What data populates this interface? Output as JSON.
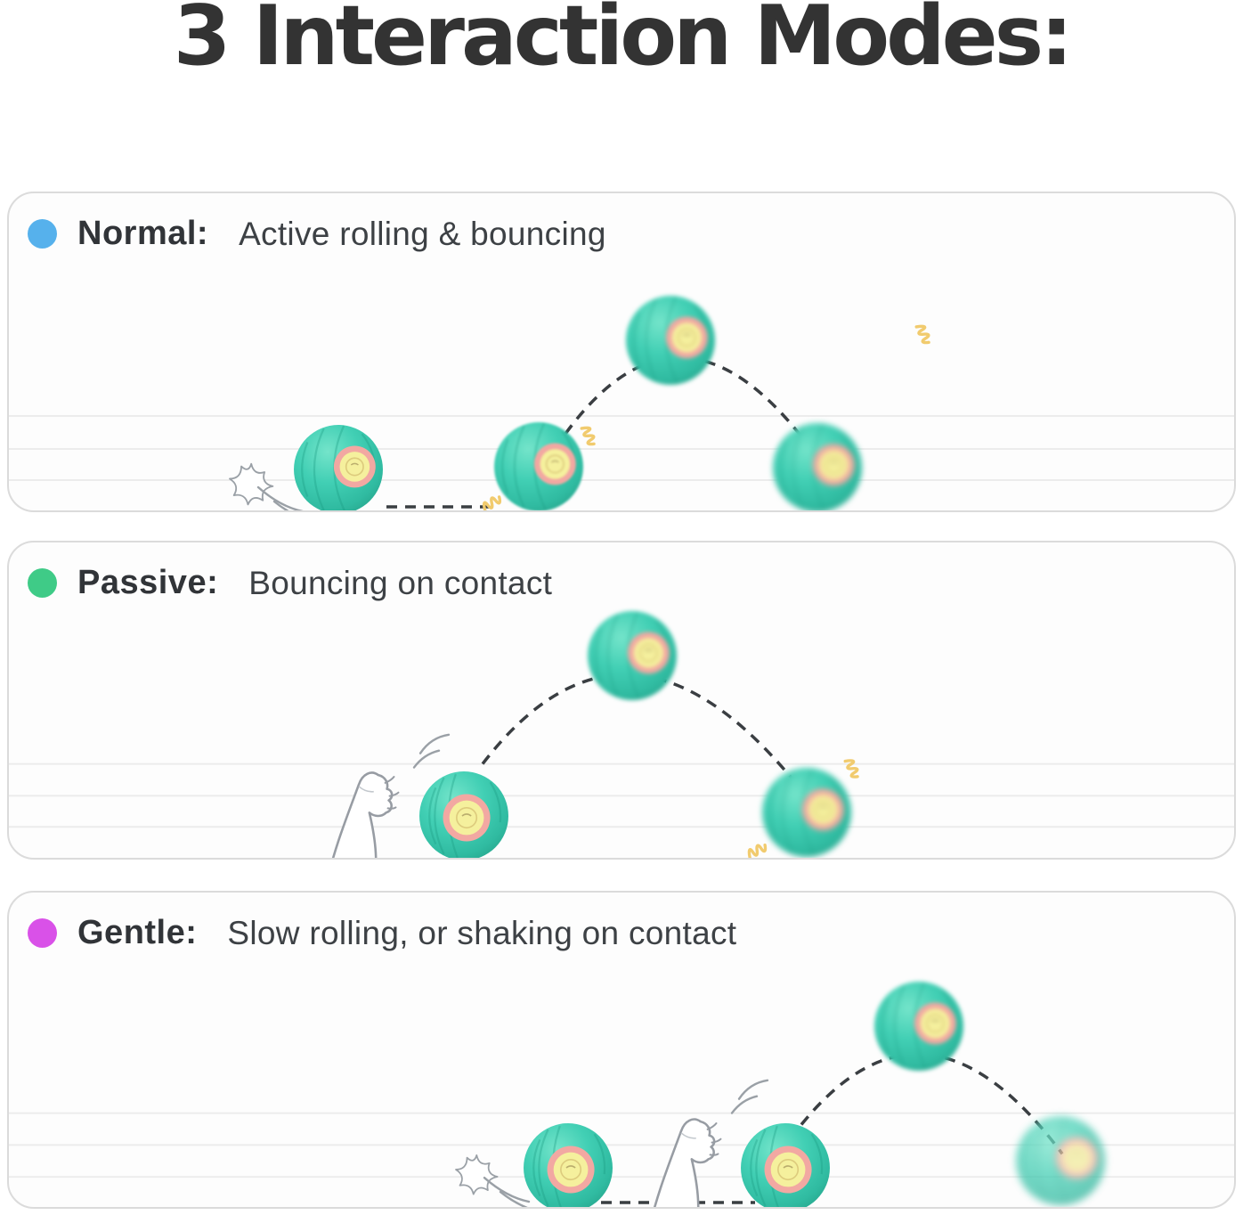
{
  "title": "3 Interaction Modes:",
  "modes": [
    {
      "name": "normal",
      "label": "Normal:",
      "description": "Active rolling & bouncing",
      "dot_color": "#56b1ec"
    },
    {
      "name": "passive",
      "label": "Passive:",
      "description": "Bouncing on contact",
      "dot_color": "#3fcb87"
    },
    {
      "name": "gentle",
      "label": "Gentle:",
      "description": "Slow rolling, or shaking on contact",
      "dot_color": "#d951e8"
    }
  ],
  "colors": {
    "title_text": "#333333",
    "panel_border": "#dbdbdb",
    "panel_background": "#fdfdfd",
    "ball_body_teal": "#3ecdb2",
    "ball_eye_ring_pink": "#f2a8a2",
    "ball_eye_center_yellow": "#f5f09d",
    "trajectory_dash": "#3a3e42",
    "vibration_squiggle": "#f1cb6e",
    "floor_line": "#ececec"
  },
  "icons": {
    "ball": "teal-pet-ball",
    "paw": "cat-paw",
    "impact": "impact-star",
    "vibration": "vibration-squiggle"
  }
}
